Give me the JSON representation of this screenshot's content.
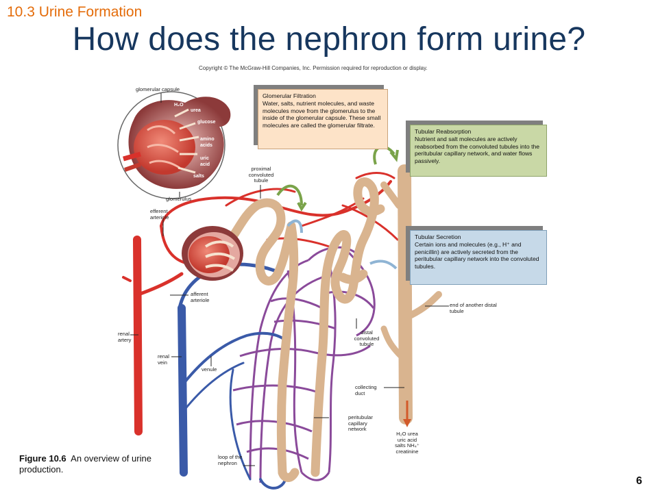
{
  "slide": {
    "section": "10.3 Urine Formation",
    "title": "How does the nephron form urine?",
    "copyright": "Copyright © The McGraw-Hill Companies, Inc. Permission required for reproduction or display.",
    "page_number": "6"
  },
  "boxes": {
    "filtration": {
      "heading": "Glomerular Filtration",
      "text": "Water, salts, nutrient molecules, and waste molecules move from the glomerulus to the inside of the glomerular capsule. These small molecules are called the glomerular filtrate."
    },
    "reabsorption": {
      "heading": "Tubular Reabsorption",
      "text": "Nutrient and salt molecules are actively reabsorbed from the convoluted tubules into the peritubular capillary network, and water flows passively."
    },
    "secretion": {
      "heading": "Tubular Secretion",
      "text": "Certain ions and molecules (e.g., H⁺ and penicillin) are actively secreted from the peritubular capillary network into the convoluted tubules."
    }
  },
  "labels": {
    "glomerular_capsule": "glomerular capsule",
    "glomerulus": "glomerulus",
    "inset_h2o": "H₂O",
    "inset_urea": "urea",
    "inset_glucose": "glucose",
    "inset_amino": "amino acids",
    "inset_uric": "uric acid",
    "inset_salts": "salts",
    "proximal": "proximal convoluted tubule",
    "efferent": "efferent arteriole",
    "afferent": "afferent arteriole",
    "renal_artery": "renal artery",
    "renal_vein": "renal vein",
    "venule": "venule",
    "distal": "distal convoluted tubule",
    "end_distal": "end of another distal tubule",
    "collecting": "collecting duct",
    "peritubular": "peritubular capillary network",
    "loop": "loop of the nephron",
    "urine_list": "H₂O urea uric acid salts NH₄⁺ creatinine"
  },
  "caption": {
    "figure": "Figure 10.6",
    "text": "An overview of urine production."
  },
  "colors": {
    "section": "#e46c0a",
    "title": "#17375e",
    "artery": "#d9312b",
    "vein": "#3a5aa8",
    "capillary": "#8a4a9a",
    "tubule": "#d9b48f",
    "filtration_box": "#fde3c8",
    "reabsorption_box": "#c9d8a6",
    "secretion_box": "#c6d9e8"
  }
}
